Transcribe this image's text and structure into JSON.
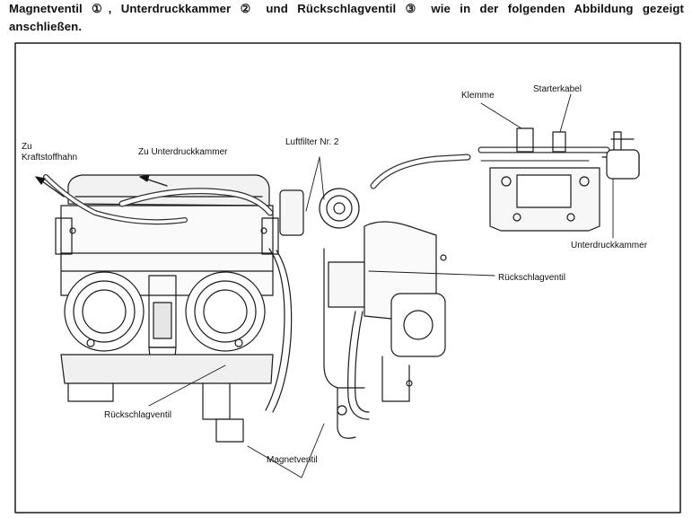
{
  "intro": {
    "line1": "Magnetventil ①, Unterdruckkammer ② und Rückschlagventil ③ wie in der folgenden Abbildung gezeigt",
    "line2": "anschließen."
  },
  "figure": {
    "labels": {
      "zu_kraftstoffhahn_1": "Zu",
      "zu_kraftstoffhahn_2": "Kraftstoffhahn",
      "zu_unterdruckkammer": "Zu Unterdruckkammer",
      "luftfilter": "Luftfilter Nr. 2",
      "klemme": "Klemme",
      "starterkabel": "Starterkabel",
      "unterdruckkammer": "Unterdruckkammer",
      "rueckschlagventil_right": "Rückschlagventil",
      "rueckschlagventil_left": "Rückschlagventil",
      "magnetventil": "Magnetventil"
    }
  }
}
